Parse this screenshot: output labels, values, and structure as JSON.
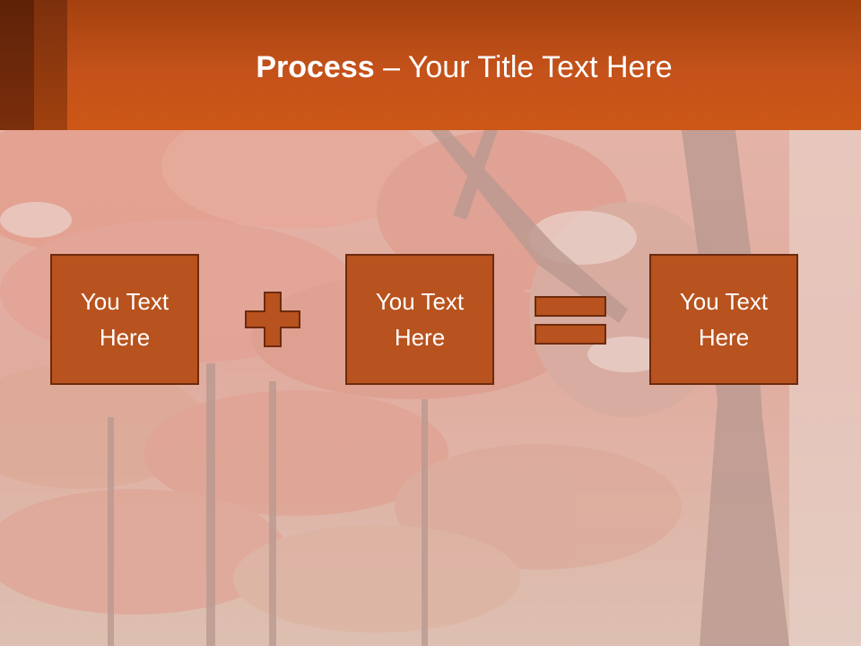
{
  "slide": {
    "title_bold": "Process",
    "title_rest": " – Your Title Text Here"
  },
  "boxes": [
    {
      "line1": "You Text",
      "line2": "Here"
    },
    {
      "line1": "You Text",
      "line2": "Here"
    },
    {
      "line1": "You Text",
      "line2": "Here"
    }
  ],
  "operators": [
    "plus-icon",
    "equals-icon"
  ],
  "colors": {
    "header": "#c4521a",
    "box_fill": "#b8521e",
    "box_border": "#6e2a0c",
    "title_text": "#ffffff"
  }
}
